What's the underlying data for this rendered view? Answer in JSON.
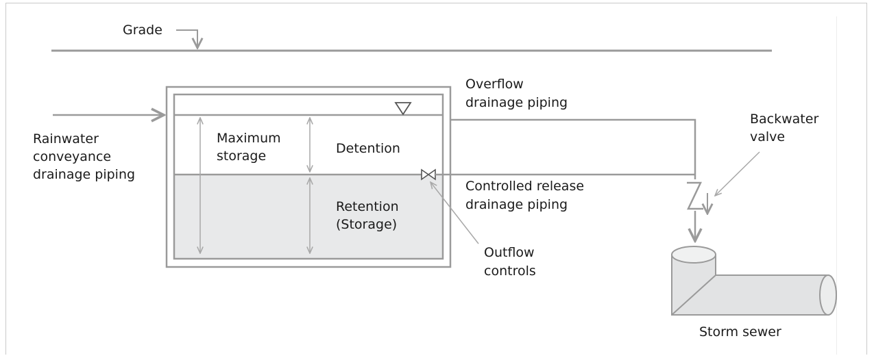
{
  "labels": {
    "grade": "Grade",
    "rainwater_line1": "Rainwater",
    "rainwater_line2": "conveyance",
    "rainwater_line3": "drainage piping",
    "max_storage_line1": "Maximum",
    "max_storage_line2": "storage",
    "detention": "Detention",
    "retention_line1": "Retention",
    "retention_line2": "(Storage)",
    "overflow_line1": "Overflow",
    "overflow_line2": "drainage piping",
    "controlled_line1": "Controlled release",
    "controlled_line2": "drainage piping",
    "outflow_line1": "Outflow",
    "outflow_line2": "controls",
    "backwater_line1": "Backwater",
    "backwater_line2": "valve",
    "storm_sewer": "Storm sewer"
  },
  "colors": {
    "line": "#9a9a9a",
    "thin_arrow": "#a8a8a8",
    "water_fill": "#e8e9ea",
    "sewer_fill": "#e2e3e4",
    "text": "#1a1a1a"
  }
}
